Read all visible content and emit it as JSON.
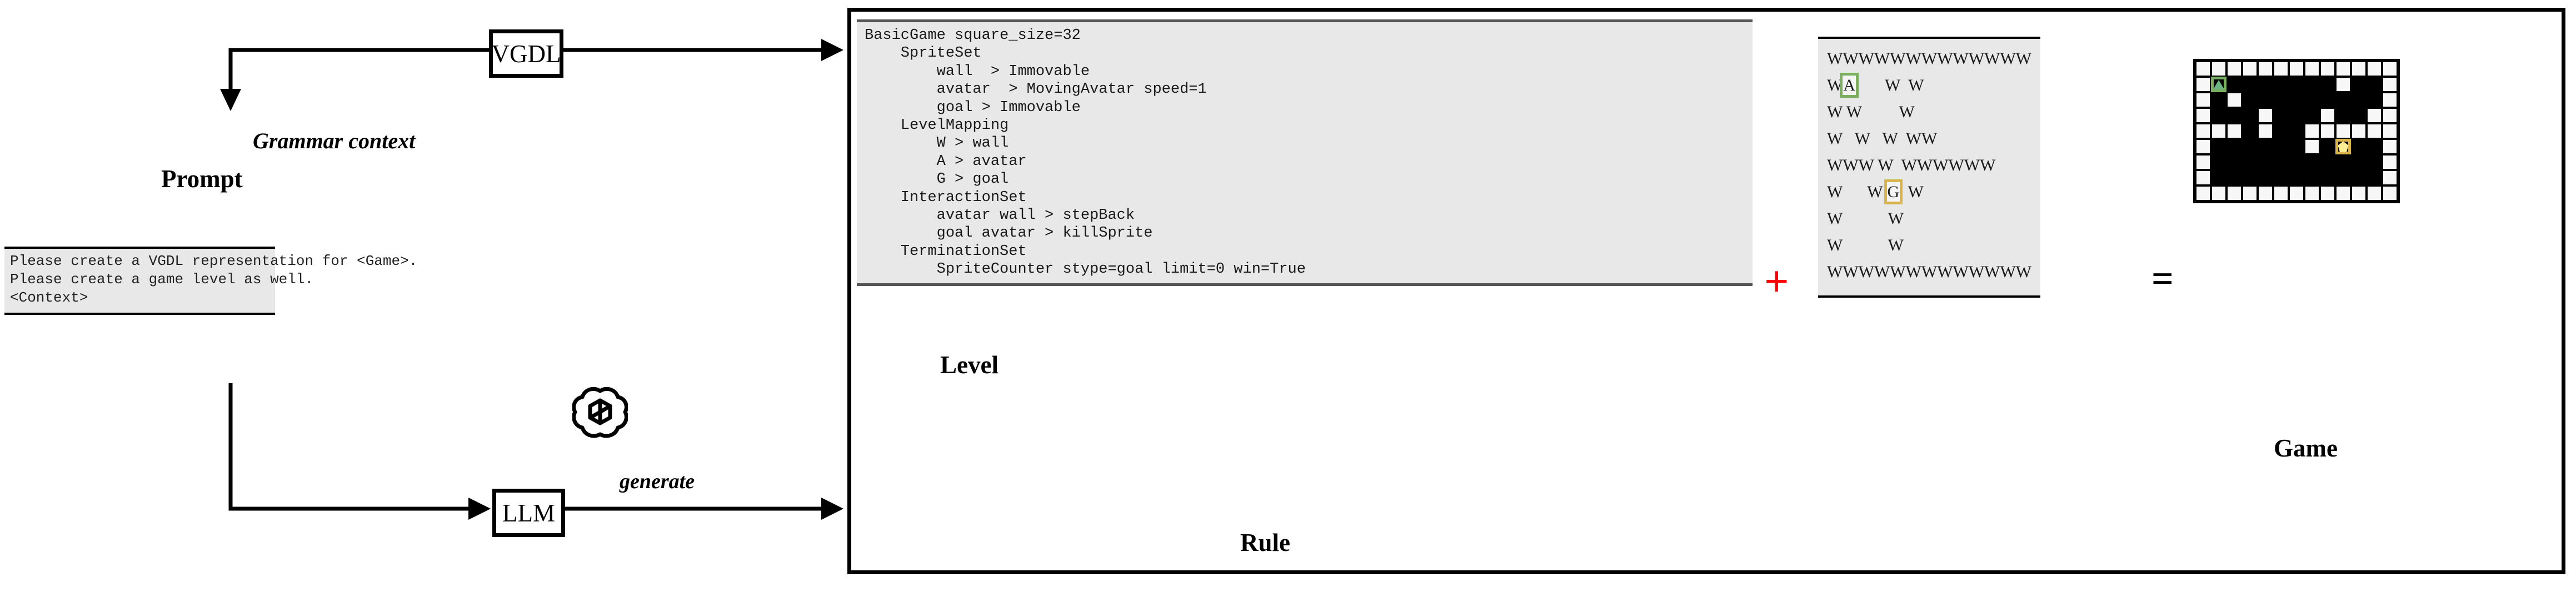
{
  "pipeline": {
    "vgdl_box_label": "VGDL",
    "llm_box_label": "LLM",
    "prompt_label": "Prompt",
    "grammar_label": "Grammar context",
    "generate_label": "generate",
    "prompt_lines": [
      "Please create a VGDL representation for <Game>.",
      "Please create a game level as well.",
      "<Context>"
    ]
  },
  "panel": {
    "rule_label": "Rule",
    "level_label": "Level",
    "game_label": "Game",
    "plus_symbol": "+",
    "equals_symbol": "=",
    "rule_lines": [
      "BasicGame square_size=32",
      "    SpriteSet",
      "        wall  > Immovable",
      "        avatar  > MovingAvatar speed=1",
      "        goal > Immovable",
      "    LevelMapping",
      "        W > wall",
      "        A > avatar",
      "        G > goal",
      "    InteractionSet",
      "        avatar wall > stepBack",
      "        goal avatar > killSprite",
      "    TerminationSet",
      "        SpriteCounter stype=goal limit=0 win=True"
    ],
    "level_rows": [
      "WWWWWWWWWWWWW",
      "WA       W  W",
      "W W         W",
      "W   W   W  WW",
      "WWW W  WWWWWW",
      "W      W G  W",
      "W           W",
      "W           W",
      "WWWWWWWWWWWWW"
    ]
  },
  "colors": {
    "avatar_highlight": "#7aaf62",
    "goal_highlight": "#d9b44a",
    "plus_red": "#ff0000",
    "code_bg": "#e8e8e8",
    "wall_tile": "#f7f7f7",
    "avatar_fill": "#6ab583",
    "goal_fill": "#fdef96",
    "board_bg": "#000000"
  }
}
